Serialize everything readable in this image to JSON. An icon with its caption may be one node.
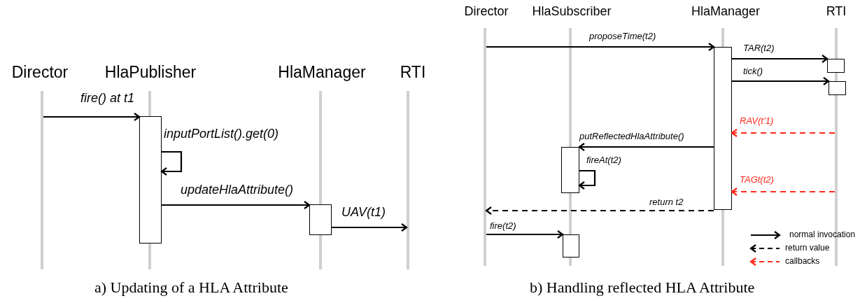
{
  "diagram": {
    "nodes": [
      {
        "text": [
          "Director"
        ]
      },
      {
        "text": [
          "HlaPublisher"
        ]
      },
      {
        "text": [
          "HlaManager"
        ]
      },
      {
        "text": [
          "RTI"
        ]
      },
      {
        "text": [],
        "shape": "bar"
      },
      {
        "text": [],
        "shape": "bar"
      },
      {
        "text": [],
        "shape": "bar"
      },
      {
        "text": [],
        "shape": "bar"
      },
      {
        "text": [],
        "shape": "box"
      },
      {
        "text": [],
        "shape": "box"
      },
      {
        "text": [
          "Director"
        ]
      },
      {
        "text": [
          "HlaSubscriber"
        ]
      },
      {
        "text": [
          "HlaManager"
        ]
      },
      {
        "text": [
          "RTI"
        ]
      },
      {
        "text": [],
        "shape": "bar"
      },
      {
        "text": [],
        "shape": "bar"
      },
      {
        "text": [],
        "shape": "bar"
      },
      {
        "text": [],
        "shape": "bar"
      },
      {
        "text": [],
        "shape": "box"
      },
      {
        "text": [],
        "shape": "box"
      },
      {
        "text": [],
        "shape": "box"
      },
      {
        "text": [],
        "shape": "box"
      },
      {
        "text": [],
        "shape": "box"
      }
    ],
    "edges": [
      {
        "from": 4,
        "to": 8,
        "arrow": "to",
        "label": "fire() at t1"
      },
      {
        "from": 8,
        "to": 8,
        "arrow": "to",
        "label": "inputPortList().get(0)"
      },
      {
        "from": 8,
        "to": 9,
        "arrow": "to",
        "label": "updateHlaAttribute()"
      },
      {
        "from": 9,
        "to": 7,
        "arrow": "to",
        "label": "UAV(t1)"
      },
      {
        "from": 14,
        "to": 18,
        "arrow": "to",
        "label": "proposeTime(t2)"
      },
      {
        "from": 18,
        "to": 19,
        "arrow": "to",
        "label": "TAR(t2)"
      },
      {
        "from": 18,
        "to": 20,
        "arrow": "to",
        "label": "tick()"
      },
      {
        "from": 17,
        "to": 18,
        "arrow": "to",
        "label": "RAV(t’1)",
        "style": "dashed",
        "color": "#ff2a1a"
      },
      {
        "from": 18,
        "to": 21,
        "arrow": "to",
        "label": "putReflectedHlaAttribute()"
      },
      {
        "from": 21,
        "to": 21,
        "arrow": "to",
        "label": "fireAt(t2)"
      },
      {
        "from": 17,
        "to": 18,
        "arrow": "to",
        "label": "TAGt(t2)",
        "style": "dashed",
        "color": "#ff2a1a"
      },
      {
        "from": 18,
        "to": 14,
        "arrow": "to",
        "label": "return t2",
        "style": "dashed"
      },
      {
        "from": 14,
        "to": 22,
        "arrow": "to",
        "label": "fire(t2)"
      }
    ],
    "labels": [
      "a) Updating of a HLA Attribute",
      "b) Handling reflected HLA Attribute"
    ],
    "legend": [
      {
        "text": "normal invocation"
      },
      {
        "text": "return value"
      },
      {
        "text": "callbacks"
      }
    ]
  }
}
